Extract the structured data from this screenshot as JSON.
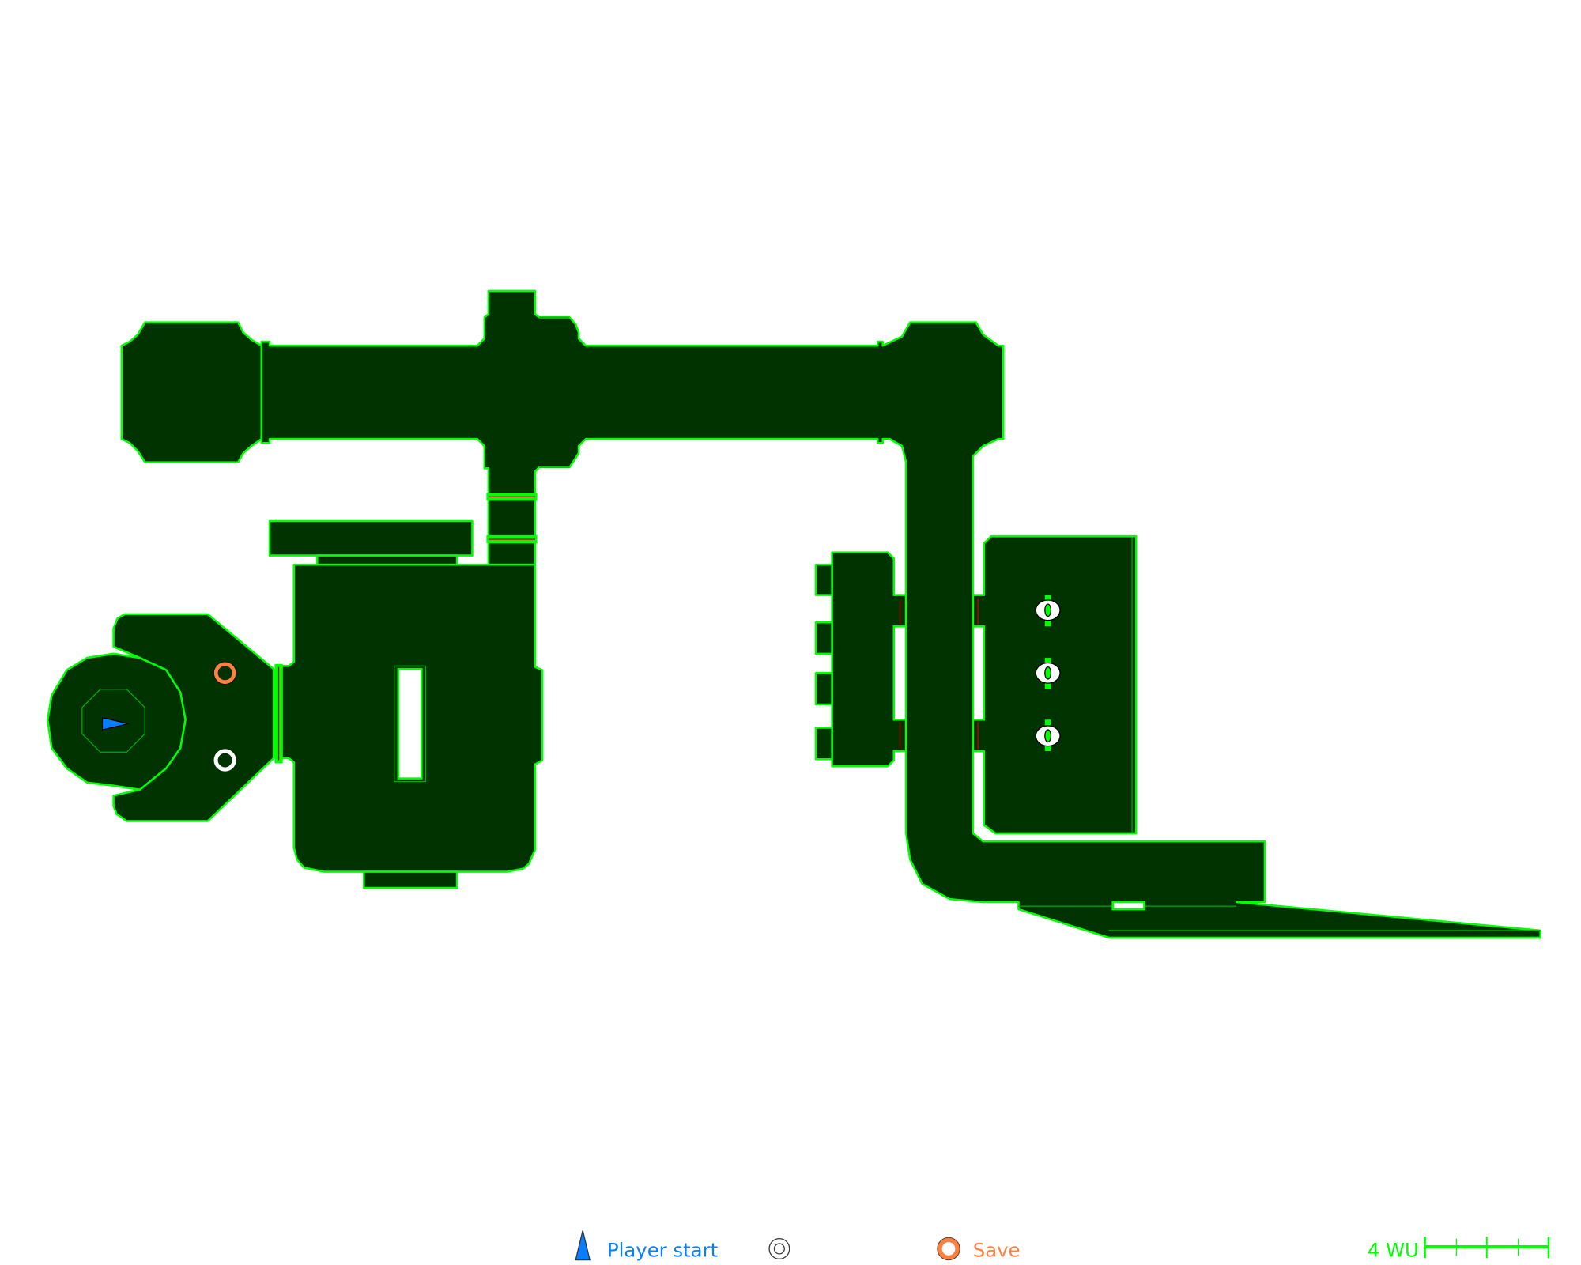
{
  "map": {
    "colors": {
      "floor": "#003300",
      "wall": "#00ff00",
      "door": "#cc0000",
      "player": "#0a7dff",
      "save": "#ff8040",
      "marker": "#ffffff"
    }
  },
  "legend": {
    "items": [
      {
        "icon": "player-start-icon",
        "label": "Player start",
        "color": "#0a7dff"
      },
      {
        "icon": "ring-marker-icon",
        "label": "",
        "color": "#ffffff"
      },
      {
        "icon": "save-point-icon",
        "label": "Save",
        "color": "#ff8040"
      }
    ],
    "scale": {
      "label": "4 WU",
      "ticks": 4,
      "color": "#00ff00"
    }
  }
}
